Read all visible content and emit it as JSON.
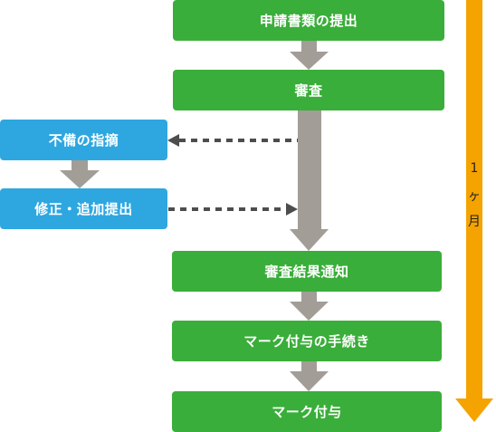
{
  "colors": {
    "green": "#3aae3a",
    "blue": "#2ea7e0",
    "arrow_gray": "#a29d96",
    "dotted": "#4d4d4d",
    "timeline_orange": "#f5a300"
  },
  "steps": {
    "submit": "申請書類の提出",
    "review": "審査",
    "deficiency": "不備の指摘",
    "correction": "修正・追加提出",
    "result": "審査結果通知",
    "procedure": "マーク付与の手続き",
    "grant": "マーク付与"
  },
  "timeline": {
    "chars": [
      "1",
      "ヶ",
      "月"
    ]
  }
}
